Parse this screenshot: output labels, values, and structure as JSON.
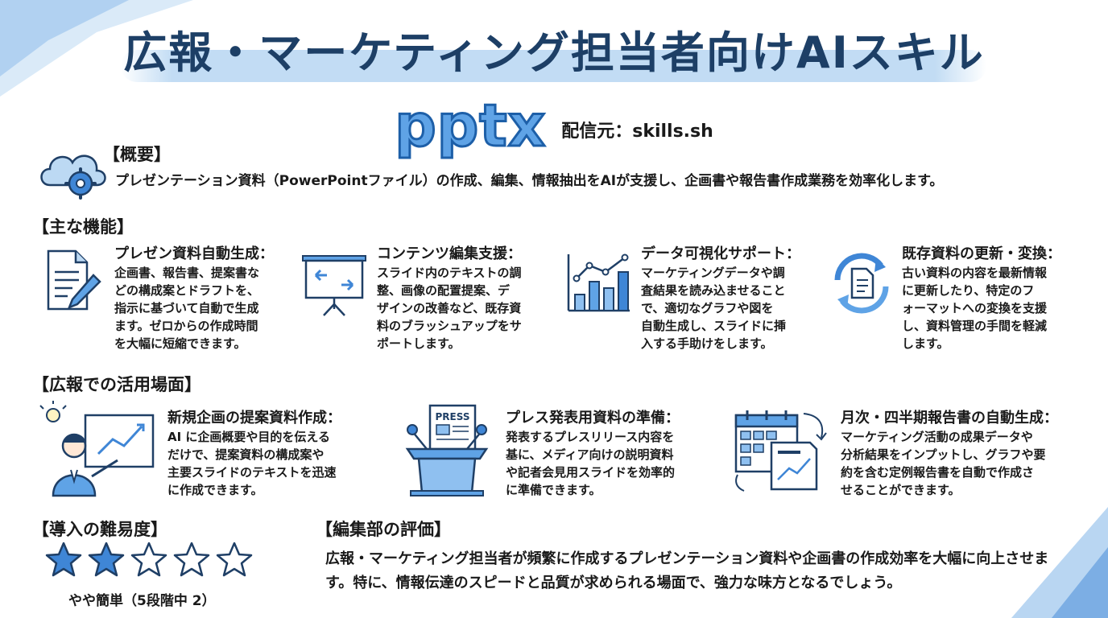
{
  "title": "広報・マーケティング担当者向けAIスキル",
  "product": "pptx",
  "source": "配信元：skills.sh",
  "overview": {
    "heading": "【概要】",
    "text": "プレゼンテーション資料（PowerPointファイル）の作成、編集、情報抽出をAIが支援し、企画書や報告書作成業務を効率化します。"
  },
  "features": {
    "heading": "【主な機能】",
    "items": [
      {
        "title": "プレゼン資料自動生成：",
        "text": "企画書、報告書、提案書な\nどの構成案とドラフトを、\n指示に基づいて自動で生成\nます。ゼロからの作成時間\nを大幅に短縮できます。"
      },
      {
        "title": "コンテンツ編集支援：",
        "text": "スライド内のテキストの調\n整、画像の配置提案、デ\nザインの改善など、既存資\n料のブラッシュアップをサ\nポートします。"
      },
      {
        "title": "データ可視化サポート：",
        "text": "マーケティングデータや調\n査結果を読み込ませること\nで、適切なグラフや図を\n自動生成し、スライドに挿\n入する手助けをします。"
      },
      {
        "title": "既存資料の更新・変換：",
        "text": "古い資料の内容を最新情報\nに更新したり、特定のフ\nォーマットへの変換を支援\nし、資料管理の手間を軽減\nします。"
      }
    ]
  },
  "usecases": {
    "heading": "【広報での活用場面】",
    "items": [
      {
        "title": "新規企画の提案資料作成：",
        "text": "AI に企画概要や目的を伝える\nだけで、提案資料の構成案や\n主要スライドのテキストを迅速\nに作成できます。"
      },
      {
        "title": "プレス発表用資料の準備：",
        "text": "発表するプレスリリース内容を\n基に、メディア向けの説明資料\nや記者会見用スライドを効率的\nに準備できます。"
      },
      {
        "title": "月次・四半期報告書の自動生成：",
        "text": "マーケティング活動の成果データや\n分析結果をインプットし、グラフや要\n約を含む定例報告書を自動で作成さ\nせることができます。"
      }
    ],
    "press_label": "PRESS"
  },
  "difficulty": {
    "heading": "【導入の難易度】",
    "rating": 2,
    "max": 5,
    "label": "やや簡単（5段階中 2）"
  },
  "review": {
    "heading": "【編集部の評価】",
    "text": "広報・マーケティング担当者が頻繁に作成するプレゼンテーション資料や企画書の作成効率を大幅に向上させます。特に、情報伝達のスピードと品質が求められる場面で、強力な味方となるでしょう。"
  },
  "colors": {
    "accent": "#2f7ad8",
    "title": "#1d3f66",
    "icon_stroke": "#1f3f66",
    "icon_fill": "#8fc0f0"
  }
}
